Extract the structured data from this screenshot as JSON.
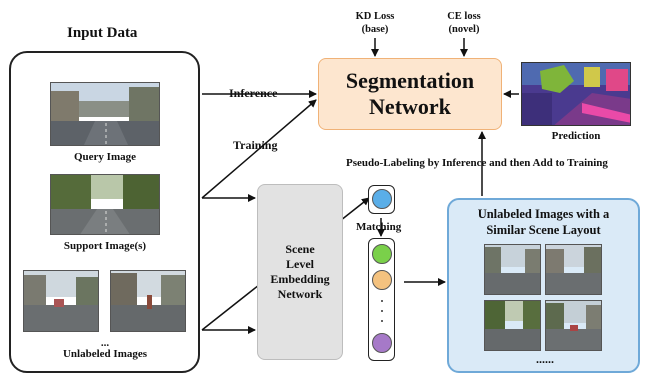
{
  "input_title": "Input Data",
  "input_captions": {
    "query": "Query Image",
    "support": "Support Image(s)",
    "ellipsis": "...",
    "unlabeled": "Unlabeled Images"
  },
  "flow_labels": {
    "inference": "Inference",
    "training": "Training",
    "pseudo": "Pseudo-Labeling by Inference and then Add to Training",
    "matching": "Matching"
  },
  "losses": {
    "kd": [
      "KD Loss",
      "(base)"
    ],
    "ce": [
      "CE loss",
      "(novel)"
    ]
  },
  "segmentation_network": [
    "Segmentation",
    "Network"
  ],
  "prediction_label": "Prediction",
  "embedding_network": [
    "Scene",
    "Level",
    "Embedding",
    "Network"
  ],
  "unlabeled_box": {
    "title": [
      "Unlabeled Images with a",
      "Similar Scene Layout"
    ],
    "more": "......"
  },
  "colors": {
    "seg_fill": "#fde6cf",
    "seg_border": "#f0b277",
    "emb_fill": "#e2e2e2",
    "unl_fill": "#daeaf7",
    "unl_border": "#6fa9d8",
    "circle_query": "#5aaee8",
    "circle_green": "#7ad04a",
    "circle_orange": "#f4c27f",
    "circle_purple": "#a679c8"
  }
}
